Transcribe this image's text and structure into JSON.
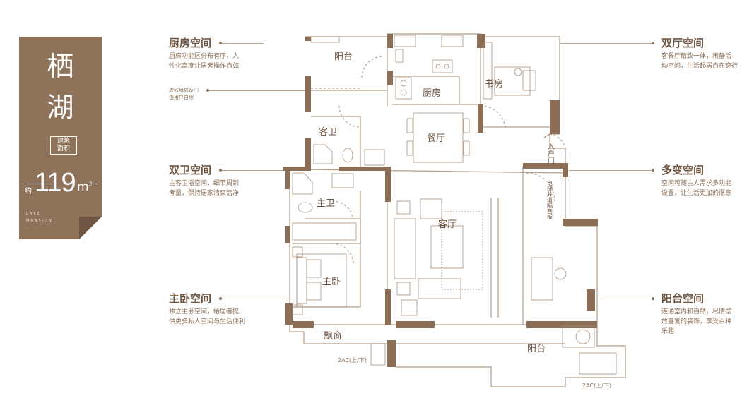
{
  "badge": {
    "name_line1": "栖",
    "name_line2": "湖",
    "area_tag_line1": "建筑",
    "area_tag_line2": "面积",
    "area_prefix": "约",
    "area_value": "119",
    "area_unit": "m",
    "area_unit_sup": "2",
    "english_line1": "LAKE",
    "english_line2": "MANSION",
    "english_line3": "-"
  },
  "callouts_left": [
    {
      "title": "厨房空间",
      "line1": "厨房功能区分布有序，人",
      "line2": "性化高度让居者操作自如"
    },
    {
      "title": "双卫空间",
      "line1": "主客卫浴空间，细节周到",
      "line2": "考量，保持居家清爽洁净"
    },
    {
      "title": "主卧空间",
      "line1": "独立主卧空间，给居者提",
      "line2": "供更多私人空间与生活便利"
    }
  ],
  "note_left": {
    "line1": "虚线墙体及门",
    "line2": "由用户自理"
  },
  "callouts_right": [
    {
      "title": "双厅空间",
      "line1": "客餐厅精致一体，闹静活",
      "line2": "动空间，生活起居自在穿行"
    },
    {
      "title": "多变空间",
      "line1": "空间可随主人需求多功能",
      "line2": "设置，让生活更加的惬意"
    },
    {
      "title": "阳台空间",
      "line1": "连通室内和自然，尽情摆",
      "line2": "放喜爱的装饰，享受百种",
      "line3": "乐趣"
    }
  ],
  "rooms": {
    "balcony_top": "阳台",
    "kitchen": "厨房",
    "study": "书房",
    "dining": "餐厅",
    "guest_bath": "客卫",
    "entrance": "入户门",
    "master_bath": "主卫",
    "living": "客厅",
    "master_bedroom": "主卧",
    "bay_window": "飘窗",
    "balcony_bottom": "阳台",
    "elevator_note": "电梯井道隔音板",
    "ac_left": "2AC(上/下)",
    "ac_right": "2AC(上/下)"
  },
  "colors": {
    "brand": "#8f725a",
    "wall": "#8b6e55",
    "line": "#b59e89",
    "text": "#6f5643"
  }
}
